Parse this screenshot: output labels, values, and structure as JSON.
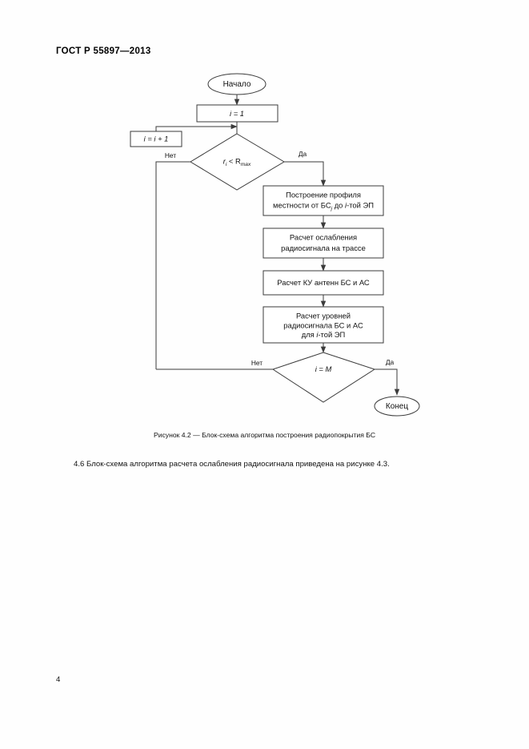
{
  "document": {
    "header": "ГОСТ Р 55897—2013",
    "page_number": "4"
  },
  "figure": {
    "caption": "Рисунок 4.2 — Блок-схема алгоритма построения радиопокрытия БС",
    "nodes": {
      "start": "Начало",
      "init": "i = 1",
      "increment": "i = i + 1",
      "decision_radius_main": "r",
      "decision_radius_sub": "i",
      "decision_radius_op": " < R",
      "decision_radius_rsub": "max",
      "process_profile_line1": "Построение профиля",
      "process_profile_line2_a": "местности от БС",
      "process_profile_line2_sub": "j",
      "process_profile_line2_b": " до ",
      "process_profile_line2_i": "i",
      "process_profile_line2_c": "-той ЭП",
      "process_attenuation_line1": "Расчет ослабления",
      "process_attenuation_line2": "радиосигнала на трассе",
      "process_gain": "Расчет КУ антенн БС и АС",
      "process_levels_line1": "Расчет уровней",
      "process_levels_line2": "радиосигнала БС и АС",
      "process_levels_line3_a": "для ",
      "process_levels_line3_i": "i",
      "process_levels_line3_b": "-той ЭП",
      "decision_end_a": "i",
      "decision_end_b": " = M",
      "end": "Конец"
    },
    "edge_labels": {
      "yes_top": "Да",
      "no_top": "Нет",
      "yes_bottom": "Да",
      "no_bottom": "Нет"
    }
  },
  "body": {
    "paragraph": "4.6 Блок-схема алгоритма расчета ослабления радиосигнала приведена на рисунке 4.3."
  },
  "colors": {
    "ink": "#111111",
    "stroke": "#3b3b3b",
    "paper": "#ffffff"
  }
}
